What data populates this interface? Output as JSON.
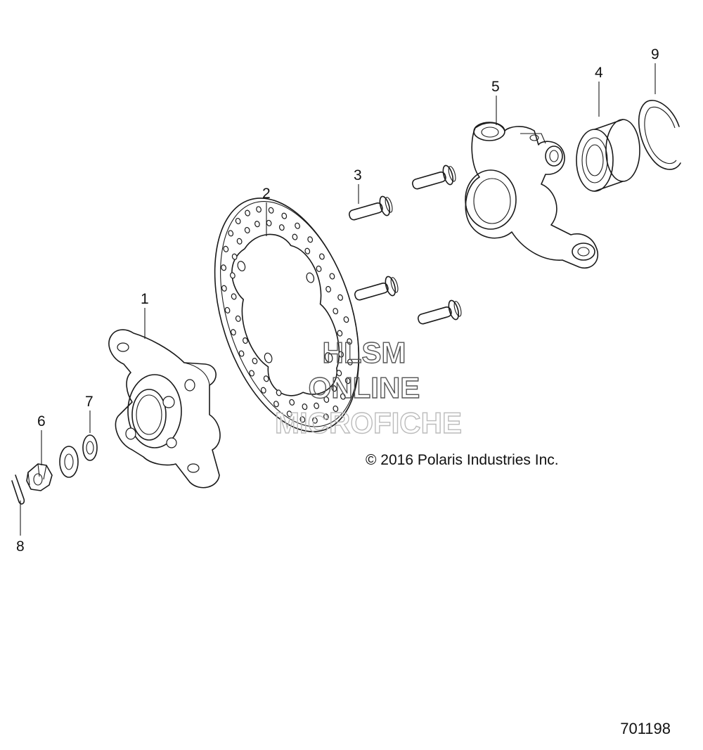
{
  "callouts": [
    {
      "id": "1",
      "label": "1"
    },
    {
      "id": "2",
      "label": "2"
    },
    {
      "id": "3",
      "label": "3"
    },
    {
      "id": "4",
      "label": "4"
    },
    {
      "id": "5",
      "label": "5"
    },
    {
      "id": "6",
      "label": "6"
    },
    {
      "id": "7",
      "label": "7"
    },
    {
      "id": "8",
      "label": "8"
    },
    {
      "id": "9",
      "label": "9"
    }
  ],
  "copyright": "© 2016 Polaris Industries Inc.",
  "drawing_number": "701198",
  "watermark": {
    "line1": "HLSM",
    "line2": "ONLINE",
    "line3": "MICROFICHE",
    "stroke_color": "#555555",
    "faint_color": "#bbbbbb"
  }
}
